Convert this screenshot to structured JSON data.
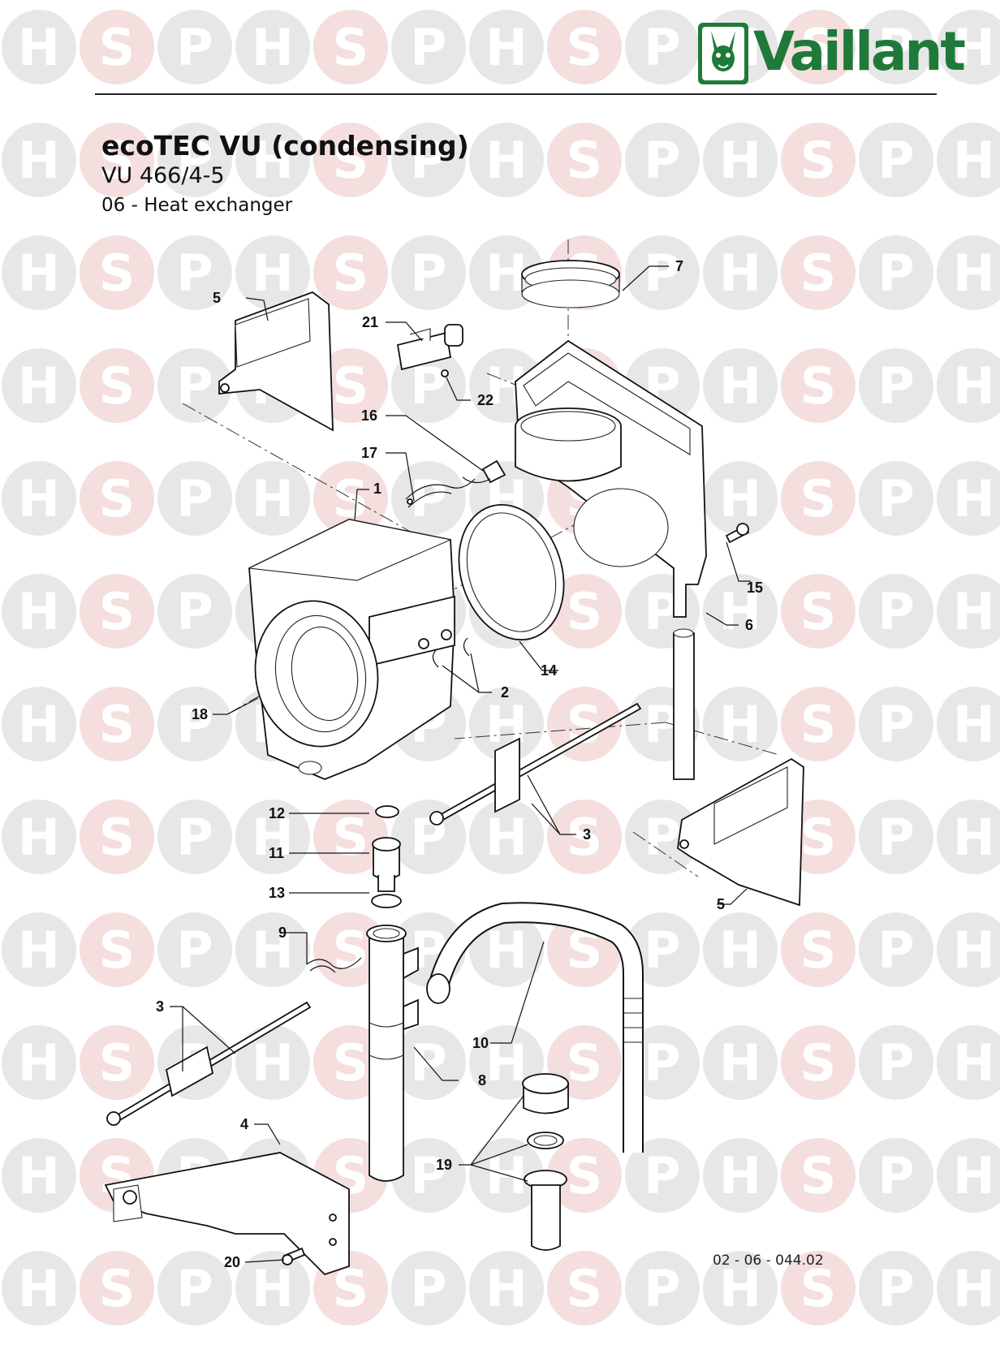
{
  "watermark": {
    "letters": [
      "H",
      "S",
      "P"
    ],
    "color_grey": "#e7e7e7",
    "color_pink": "#f4dede"
  },
  "brand": {
    "name": "Vaillant",
    "color": "#1f7a3a",
    "logo": "hare-icon"
  },
  "header": {
    "title": "ecoTEC VU (condensing)",
    "model": "VU 466/4-5",
    "section": "06 - Heat exchanger"
  },
  "drawing_number": "02 - 06 - 044.02",
  "callouts": [
    {
      "id": "c1",
      "label": "1"
    },
    {
      "id": "c2",
      "label": "2"
    },
    {
      "id": "c3a",
      "label": "3"
    },
    {
      "id": "c3b",
      "label": "3"
    },
    {
      "id": "c4",
      "label": "4"
    },
    {
      "id": "c5a",
      "label": "5"
    },
    {
      "id": "c5b",
      "label": "5"
    },
    {
      "id": "c6",
      "label": "6"
    },
    {
      "id": "c7",
      "label": "7"
    },
    {
      "id": "c8",
      "label": "8"
    },
    {
      "id": "c9",
      "label": "9"
    },
    {
      "id": "c10",
      "label": "10"
    },
    {
      "id": "c11",
      "label": "11"
    },
    {
      "id": "c12",
      "label": "12"
    },
    {
      "id": "c13",
      "label": "13"
    },
    {
      "id": "c14",
      "label": "14"
    },
    {
      "id": "c15",
      "label": "15"
    },
    {
      "id": "c16",
      "label": "16"
    },
    {
      "id": "c17",
      "label": "17"
    },
    {
      "id": "c18",
      "label": "18"
    },
    {
      "id": "c19",
      "label": "19"
    },
    {
      "id": "c20",
      "label": "20"
    },
    {
      "id": "c21",
      "label": "21"
    },
    {
      "id": "c22",
      "label": "22"
    }
  ]
}
